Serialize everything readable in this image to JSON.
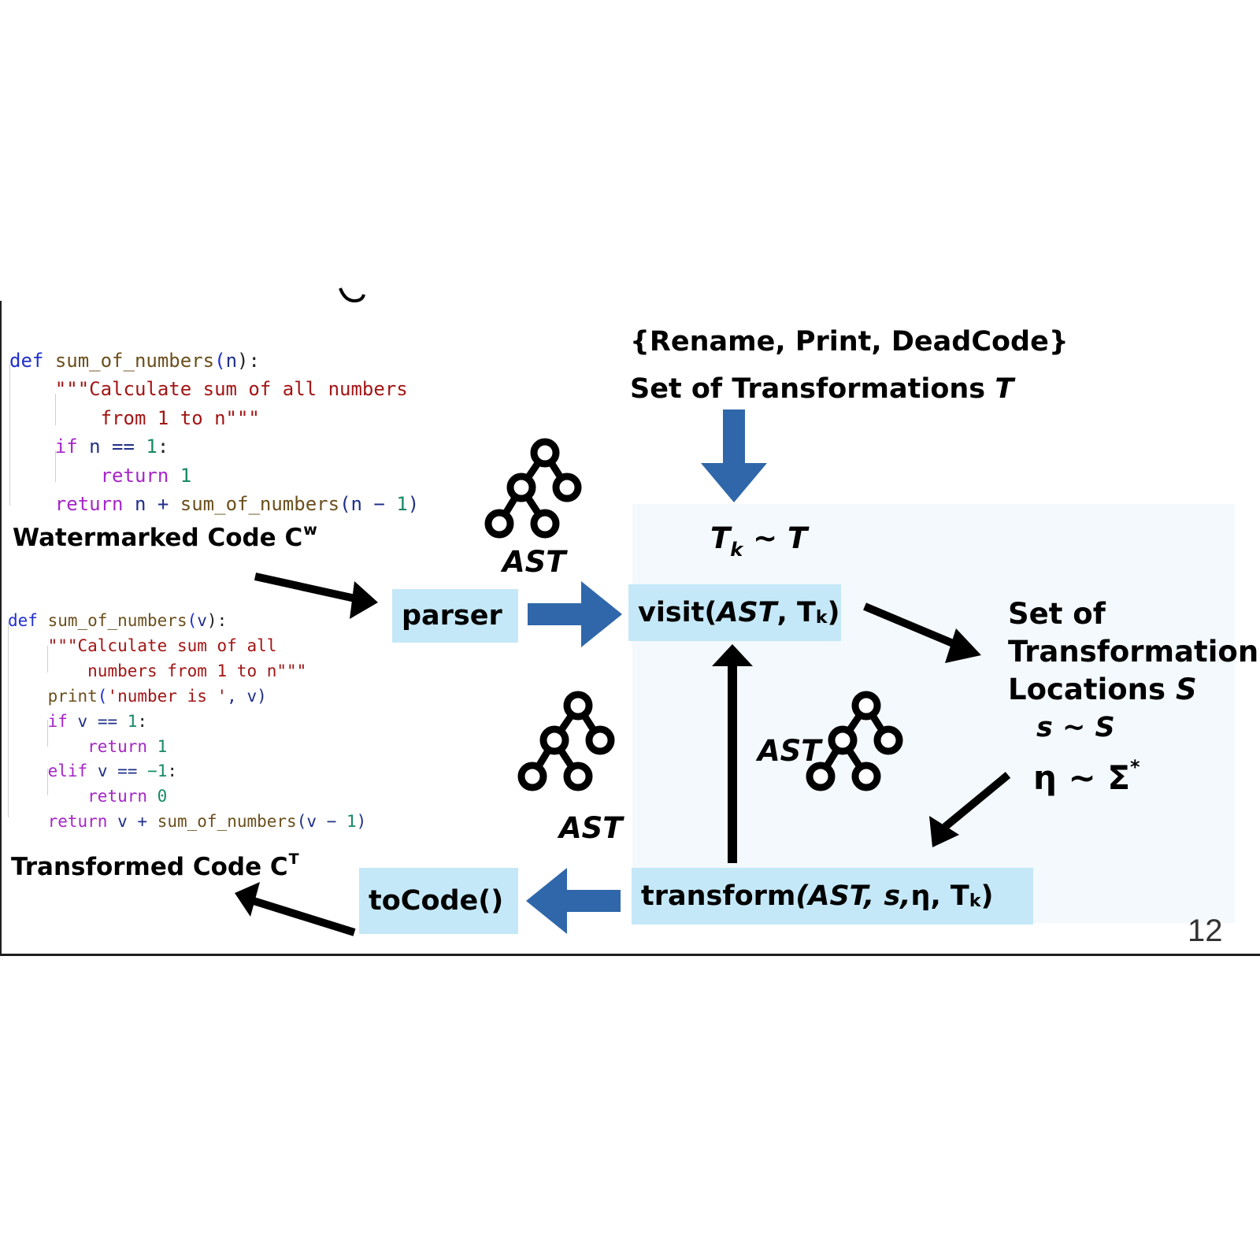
{
  "slide": {
    "page_number": "12"
  },
  "code_watermarked": {
    "line1": {
      "def": "def",
      "fname": "sum_of_numbers",
      "open": "(",
      "param": "n",
      "close": "):"
    },
    "line2": {
      "doc": "\"\"\"Calculate sum of all numbers"
    },
    "line3": {
      "doc": "from 1 to n\"\"\""
    },
    "line4": {
      "kw": "if",
      "cond": "n ==",
      "num": "1",
      "colon": ":"
    },
    "line5": {
      "kw": "return",
      "num": "1"
    },
    "line6": {
      "kw": "return",
      "expr": "n +",
      "fn": "sum_of_numbers",
      "args": "(n −",
      "num": "1",
      "close": ")"
    }
  },
  "code_transformed": {
    "line1": {
      "def": "def",
      "fname": "sum_of_numbers",
      "open": "(",
      "param": "v",
      "close": "):"
    },
    "line2": {
      "doc": "\"\"\"Calculate sum of all"
    },
    "line3": {
      "doc": "numbers from 1 to n\"\"\""
    },
    "line4": {
      "fn": "print",
      "open": "(",
      "str": "'number is '",
      "rest": ", v)"
    },
    "line5": {
      "kw": "if",
      "cond": "v ==",
      "num": "1",
      "colon": ":"
    },
    "line6": {
      "kw": "return",
      "num": "1"
    },
    "line7": {
      "kw": "elif",
      "cond": "v ==",
      "num": "−1",
      "colon": ":"
    },
    "line8": {
      "kw": "return",
      "num": "0"
    },
    "line9": {
      "kw": "return",
      "expr": "v +",
      "fn": "sum_of_numbers",
      "args": "(v −",
      "num": "1",
      "close": ")"
    }
  },
  "captions": {
    "watermarked": {
      "text": "Watermarked Code C",
      "sup": "w"
    },
    "transformed": {
      "text": "Transformed Code C",
      "sup": "T"
    }
  },
  "transformations": {
    "set_literal": "{Rename, Print, DeadCode}",
    "set_label": "Set of Transformations",
    "symbol": "T"
  },
  "sampling": {
    "tk": {
      "T": "T",
      "k": "k",
      "rest": "~ T"
    },
    "s": "s ~ S",
    "eta": {
      "text": "η ~ Σ",
      "sup": "*"
    }
  },
  "locations": {
    "line1": "Set of",
    "line2": "Transformation",
    "line3": "Locations",
    "symbol": "S"
  },
  "boxes": {
    "parser": "parser",
    "visit": {
      "fn": "visit(",
      "ast": "AST",
      "sep": ", T",
      "sub": "k",
      "close": ")"
    },
    "transform": {
      "fn": "transform",
      "args": "(AST, s, ",
      "eta": "η",
      "sep": ", T",
      "sub": "k",
      "close": ")"
    },
    "tocode": "toCode()"
  },
  "ast_labels": {
    "top": "AST",
    "bottom_left": "AST",
    "right": "AST"
  },
  "colors": {
    "box_fill": "#c4e8f7",
    "flow_arrow": "#2f67aa",
    "region_fill": "#f3f9fd",
    "black_arrow": "#000000"
  }
}
